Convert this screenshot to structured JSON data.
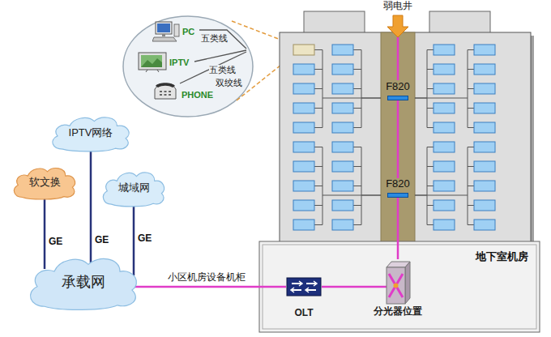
{
  "diagram": {
    "nodes": [
      {
        "text": [
          "IPTV网络"
        ]
      },
      {
        "text": [
          "软文换"
        ]
      },
      {
        "text": [
          "城域网"
        ]
      },
      {
        "text": [
          "承载网"
        ]
      },
      {
        "text": [
          "地下室机房"
        ]
      },
      {
        "text": [
          "OLT"
        ],
        "in": 4
      },
      {
        "text": [
          "分光器位置"
        ],
        "in": 4
      },
      {
        "text": [
          "F820"
        ]
      },
      {
        "text": [
          "F820"
        ]
      },
      {
        "text": [
          "PC"
        ]
      },
      {
        "text": [
          "IPTV"
        ]
      },
      {
        "text": [
          "PHONE"
        ]
      }
    ],
    "edges": [
      {
        "from": 1,
        "to": 3,
        "label": "GE",
        "arrow": "none"
      },
      {
        "from": 0,
        "to": 3,
        "label": "GE",
        "arrow": "none"
      },
      {
        "from": 2,
        "to": 3,
        "label": "GE",
        "arrow": "none"
      },
      {
        "from": 3,
        "to": 5,
        "label": "小区机房设备机柜",
        "arrow": "none"
      },
      {
        "from": 5,
        "to": 6,
        "arrow": "none"
      },
      {
        "from": 6,
        "to": 8,
        "arrow": "none"
      },
      {
        "from": 8,
        "to": 7,
        "arrow": "none"
      }
    ],
    "labels": [
      "弱电井",
      "五类线",
      "五类线",
      "双绞线"
    ]
  }
}
